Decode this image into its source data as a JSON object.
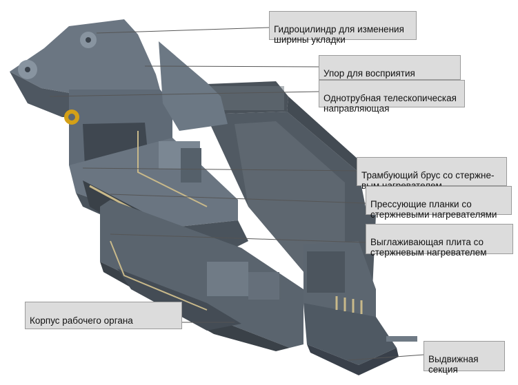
{
  "labels": {
    "hydraulic_cylinder": "Гидроцилиндр для изменения\nширины укладки",
    "torque_stop": "Упор для восприятия крутяще-\nго момента",
    "telescopic_guide": "Однотрубная телескопическая\nнаправляющая",
    "tamper_bar": "Трамбующий брус со стержне-\nвым нагревателем",
    "pressing_bars": "Прессующие планки со\nстержневыми нагревателями",
    "smoothing_plate": "Выглаживающая плита со\nстержневым нагревателем",
    "working_body_housing": "Корпус рабочего органа",
    "extension_section": "Выдвижная\nсекция"
  },
  "colors": {
    "machine_body": "#5d6772",
    "machine_dark": "#3b434c",
    "machine_light": "#8a96a2",
    "hopper": "#4e565f",
    "heater_pipe": "#c9b98a",
    "label_background": "#dcdcdc",
    "leader_line": "#555555"
  }
}
